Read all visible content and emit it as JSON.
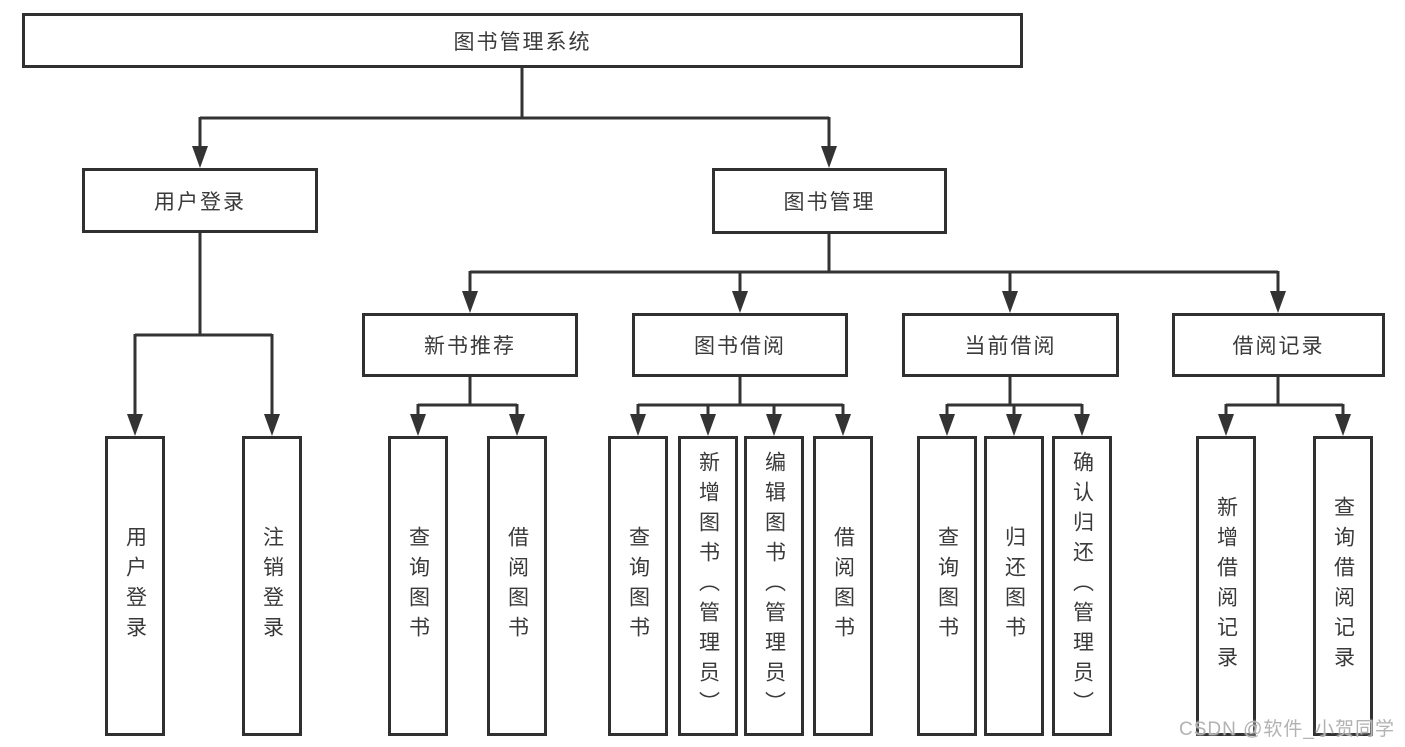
{
  "tree": {
    "root": {
      "label": "图书管理系统"
    },
    "branches": [
      {
        "label": "用户登录",
        "children": [
          {
            "label": "用户登录"
          },
          {
            "label": "注销登录"
          }
        ]
      },
      {
        "label": "图书管理",
        "children": [
          {
            "label": "新书推荐",
            "children": [
              {
                "label": "查询图书"
              },
              {
                "label": "借阅图书"
              }
            ]
          },
          {
            "label": "图书借阅",
            "children": [
              {
                "label": "查询图书"
              },
              {
                "label": "新增图书（管理员）"
              },
              {
                "label": "编辑图书（管理员）"
              },
              {
                "label": "借阅图书"
              }
            ]
          },
          {
            "label": "当前借阅",
            "children": [
              {
                "label": "查询图书"
              },
              {
                "label": "归还图书"
              },
              {
                "label": "确认归还（管理员）"
              }
            ]
          },
          {
            "label": "借阅记录",
            "children": [
              {
                "label": "新增借阅记录"
              },
              {
                "label": "查询借阅记录"
              }
            ]
          }
        ]
      }
    ]
  },
  "watermark": {
    "text": "CSDN @软件_小贺同学"
  },
  "colors": {
    "line": "#333333",
    "border": "#303030",
    "text": "#3a3a3a",
    "background": "#ffffff",
    "watermark": "#b2b2b2"
  }
}
